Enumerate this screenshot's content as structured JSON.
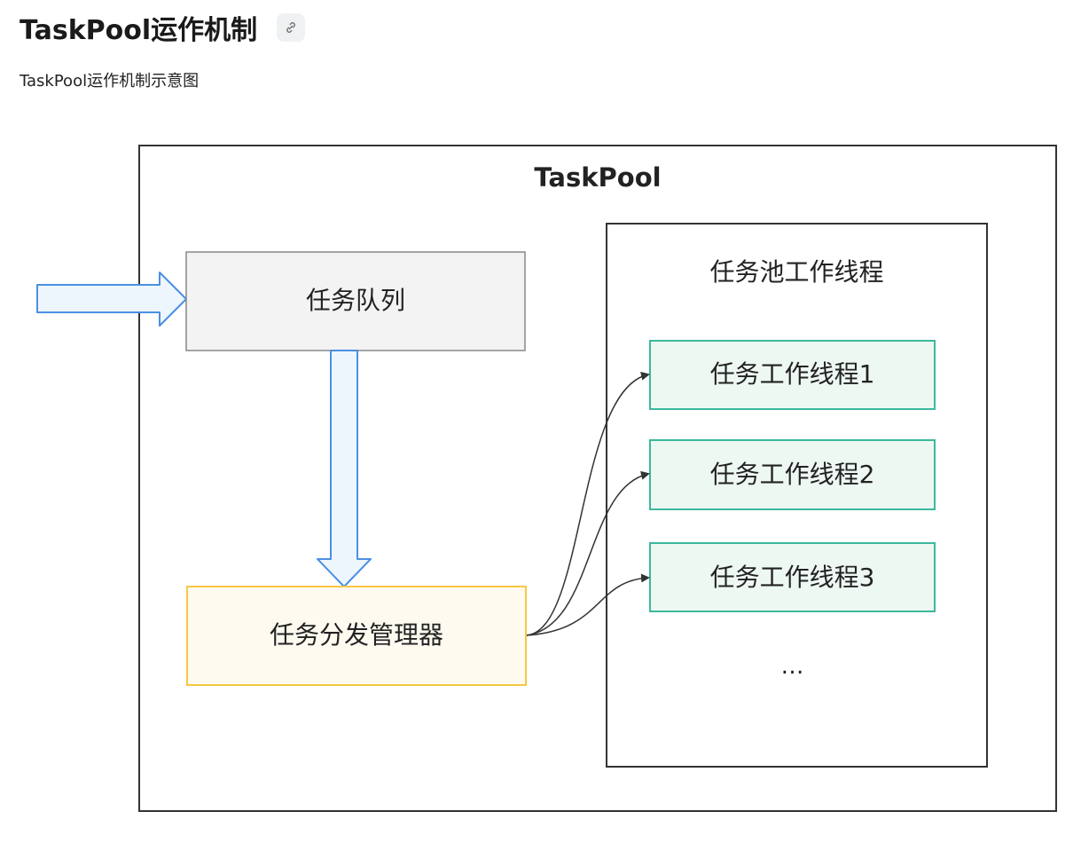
{
  "header": {
    "title": "TaskPool运作机制",
    "caption": "TaskPool运作机制示意图"
  },
  "diagram": {
    "outer_label": "TaskPool",
    "queue_label": "任务队列",
    "dispatcher_label": "任务分发管理器",
    "pool_label": "任务池工作线程",
    "workers": [
      {
        "label": "任务工作线程1"
      },
      {
        "label": "任务工作线程2"
      },
      {
        "label": "任务工作线程3"
      }
    ],
    "ellipsis": "…",
    "colors": {
      "arrow_blue": "#4a90e2",
      "arrow_fill": "#eef6fd",
      "queue_fill": "#f3f3f3",
      "dispatcher_border": "#f5c842",
      "dispatcher_fill": "#fffaf0",
      "worker_border": "#3cb89c",
      "worker_fill": "#eef8f3"
    },
    "icons": {
      "anchor": "link-icon"
    }
  }
}
